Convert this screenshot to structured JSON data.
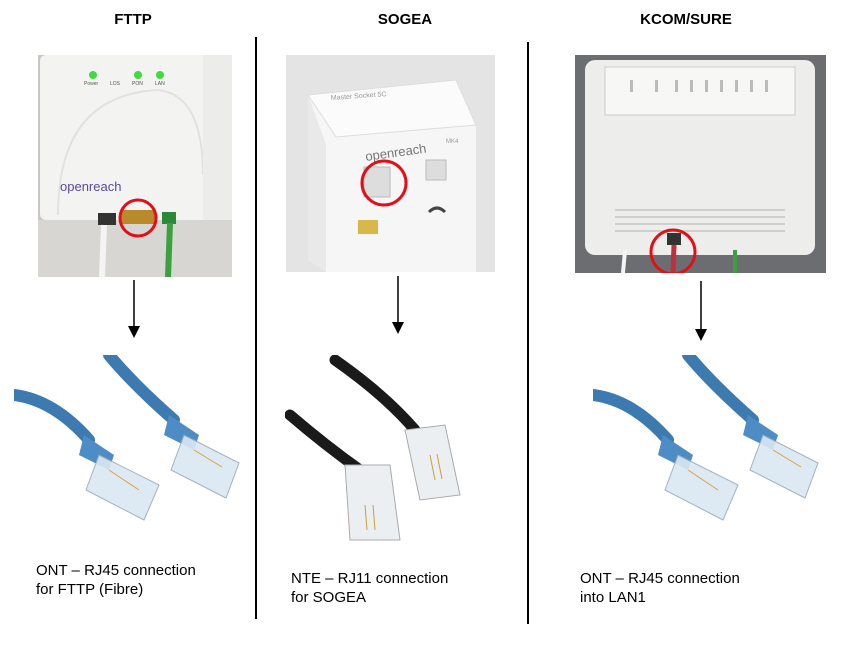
{
  "columns": [
    {
      "title": "FTTP",
      "device": {
        "leds": [
          "Power",
          "LOS",
          "PON",
          "LAN"
        ],
        "brand": "openreach"
      },
      "caption_line1": "ONT – RJ45 connection",
      "caption_line2": "for FTTP (Fibre)"
    },
    {
      "title": "SOGEA",
      "device": {
        "model": "Master Socket 5C",
        "brand": "openreach",
        "variant": "MK4"
      },
      "caption_line1": "NTE – RJ11 connection",
      "caption_line2": "for SOGEA"
    },
    {
      "title": "KCOM/SURE",
      "caption_line1": "ONT – RJ45 connection",
      "caption_line2": "into LAN1"
    }
  ],
  "colors": {
    "highlight": "#e0101a",
    "cable_blue": "#3d7ab0",
    "brand_purple": "#5b4a9a",
    "led_green": "#3fdc3f"
  }
}
